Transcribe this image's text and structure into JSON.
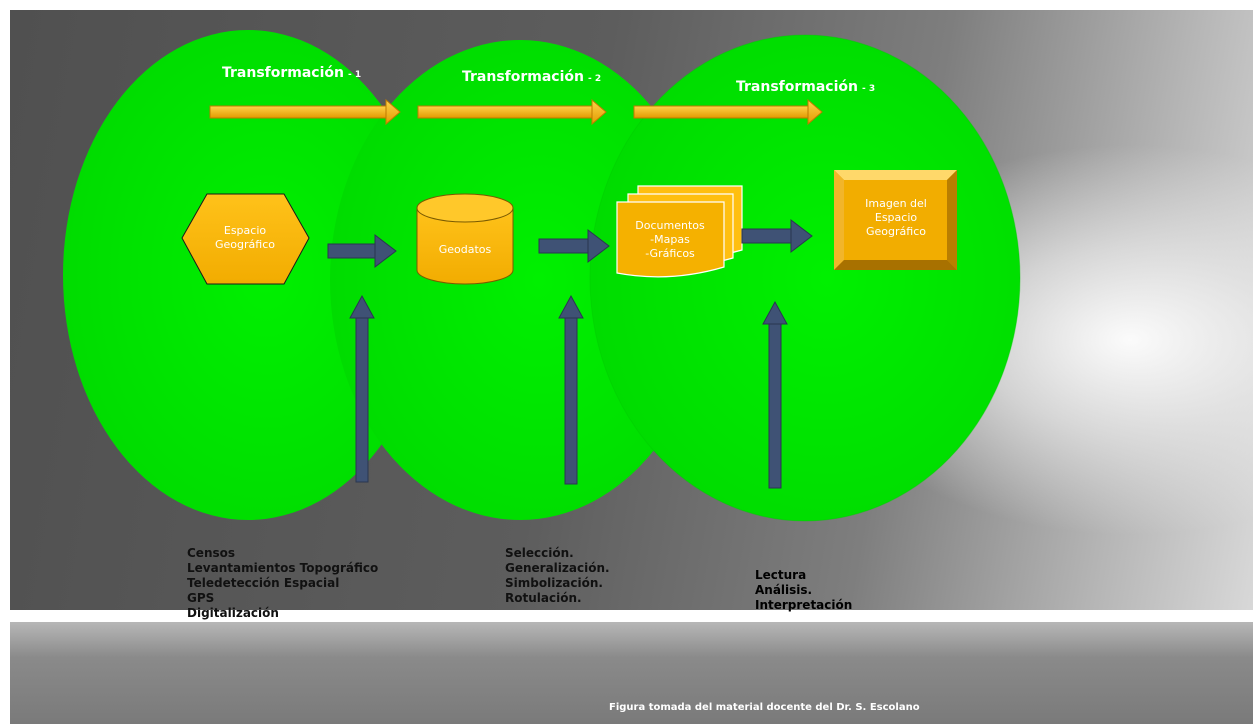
{
  "steps": [
    {
      "label": "Transformación",
      "num": "- 1"
    },
    {
      "label": "Transformación",
      "num": "- 2"
    },
    {
      "label": "Transformación",
      "num": "- 3"
    }
  ],
  "nodes": {
    "espacio": [
      "Espacio",
      "Geográfico"
    ],
    "geodatos": "Geodatos",
    "documentos": [
      "Documentos",
      "-Mapas",
      "-Gráficos"
    ],
    "imagen": [
      "Imagen del",
      "Espacio",
      "Geográfico"
    ]
  },
  "inputs_1": [
    "Censos",
    "Levantamientos  Topográfico",
    "Teledetección  Espacial",
    "GPS",
    "Digitalización"
  ],
  "inputs_2": [
    "Selección.",
    "Generalización.",
    "Simbolización.",
    "Rotulación."
  ],
  "inputs_3": [
    "Lectura",
    "Análisis.",
    "Interpretación"
  ],
  "caption": "Figura tomada  del material  docente del Dr. S. Escolano",
  "colors": {
    "circle": "#00e000",
    "node_fill": "#f5b800",
    "arrow_orange": "#f0a800",
    "arrow_navy": "#3f5275"
  }
}
